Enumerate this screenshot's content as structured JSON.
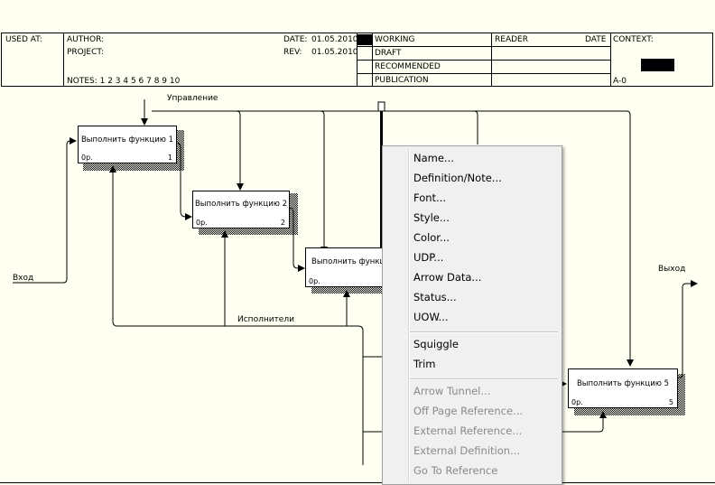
{
  "header": {
    "used_at": "USED AT:",
    "author": "AUTHOR:",
    "project": "PROJECT:",
    "notes": "NOTES:  1  2  3  4  5  6  7  8  9  10",
    "date_label": "DATE:",
    "date_value": "01.05.2010",
    "rev_label": "REV:",
    "rev_value": "01.05.2010",
    "status": [
      "WORKING",
      "DRAFT",
      "RECOMMENDED",
      "PUBLICATION"
    ],
    "reader": "READER",
    "date_col": "DATE",
    "context": "CONTEXT:",
    "node": "A-0"
  },
  "diagram": {
    "control_label": "Управление",
    "input_label": "Вход",
    "output_label": "Выход",
    "mechanism_label": "Исполнители",
    "blocks": [
      {
        "label": "Выполнить функцию 1",
        "cost": "0р.",
        "num": "1"
      },
      {
        "label": "Выполнить функцию 2",
        "cost": "0р.",
        "num": "2"
      },
      {
        "label": "Выполнить функц",
        "cost": "0р.",
        "num": ""
      },
      {
        "label": "Выполнить функцию 5",
        "cost": "0р.",
        "num": "5"
      }
    ]
  },
  "menu": {
    "group1": [
      "Name...",
      "Definition/Note...",
      "Font...",
      "Style...",
      "Color...",
      "UDP...",
      "Arrow Data...",
      "Status...",
      "UOW..."
    ],
    "group2": [
      "Squiggle",
      "Trim"
    ],
    "group3": [
      "Arrow Tunnel...",
      "Off Page Reference...",
      "External Reference...",
      "External Definition...",
      "Go To Reference"
    ]
  }
}
